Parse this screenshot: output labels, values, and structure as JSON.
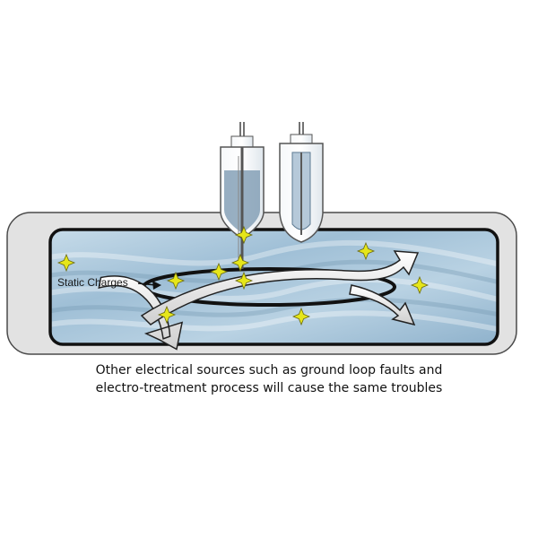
{
  "diagram": {
    "label": "Static Charges",
    "caption_lines": [
      "Other electrical sources such as ground loop faults and",
      "electro-treatment process will cause the same troubles"
    ],
    "icons": {
      "charge": "sparkle-star-icon",
      "sensor": "electrode-probe-icon",
      "flow": "curved-flow-arrow-icon"
    },
    "colors": {
      "liquid": "#a9c7dc",
      "tank_shell": "#e2e2e2",
      "charge": "#e6e61a",
      "outline": "#111111"
    }
  }
}
